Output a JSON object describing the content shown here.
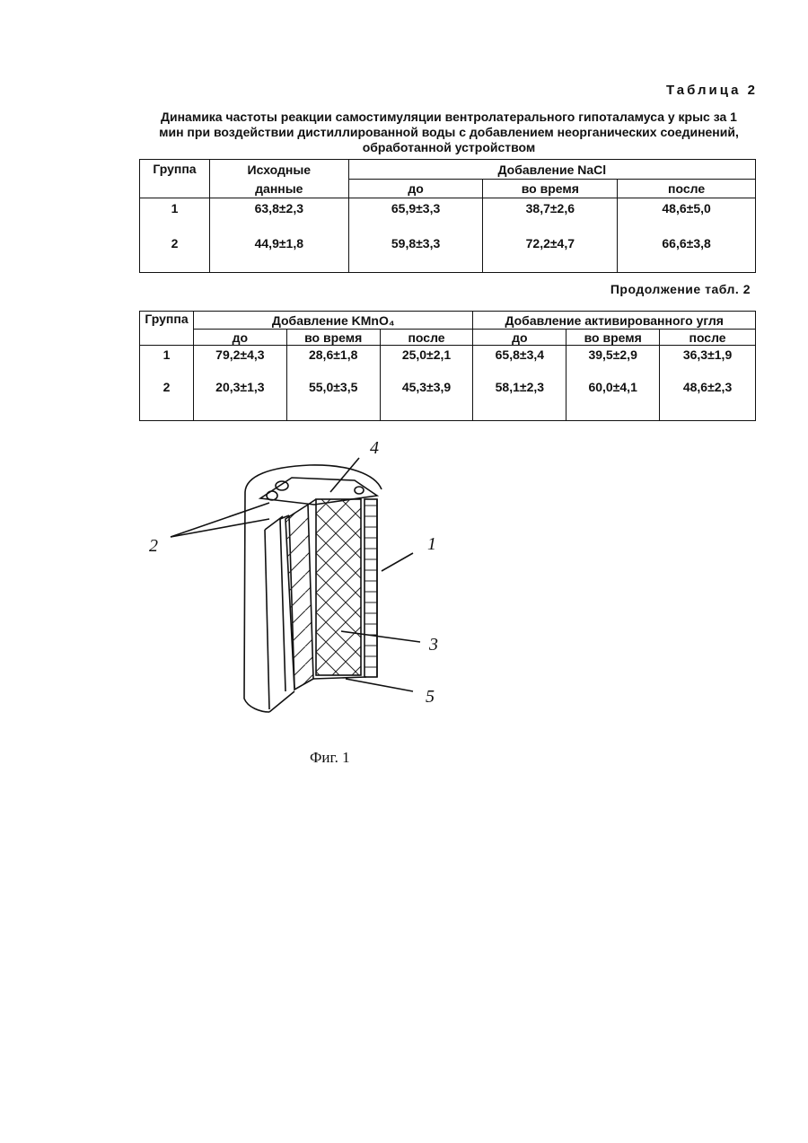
{
  "table_label": "Таблица 2",
  "caption": [
    "Динамика частоты реакции самостимуляции вентролатерального гипоталамуса у крыс за 1",
    "мин при воздействии дистиллированной воды с добавлением неорганических соединений,",
    "обработанной устройством"
  ],
  "table1": {
    "headers": {
      "group": "Группа",
      "initial_line1": "Исходные",
      "initial_line2": "данные",
      "additive": "Добавление NaCl",
      "sub": [
        "до",
        "во время",
        "после"
      ]
    },
    "rows": [
      {
        "group": "1",
        "initial": "63,8±2,3",
        "before": "65,9±3,3",
        "during": "38,7±2,6",
        "after": "48,6±5,0"
      },
      {
        "group": "2",
        "initial": "44,9±1,8",
        "before": "59,8±3,3",
        "during": "72,2±4,7",
        "after": "66,6±3,8"
      }
    ]
  },
  "continuation": "Продолжение табл. 2",
  "table2": {
    "headers": {
      "group": "Группа",
      "additive1": "Добавление KMnO₄",
      "additive2": "Добавление активированного угля",
      "sub": [
        "до",
        "во время",
        "после",
        "до",
        "во время",
        "после"
      ]
    },
    "rows": [
      {
        "group": "1",
        "values": [
          "79,2±4,3",
          "28,6±1,8",
          "25,0±2,1",
          "65,8±3,4",
          "39,5±2,9",
          "36,3±1,9"
        ]
      },
      {
        "group": "2",
        "values": [
          "20,3±1,3",
          "55,0±3,5",
          "45,3±3,9",
          "58,1±2,3",
          "60,0±4,1",
          "48,6±2,3"
        ]
      }
    ]
  },
  "figure": {
    "labels": {
      "l1": "1",
      "l2": "2",
      "l3": "3",
      "l4": "4",
      "l5": "5"
    },
    "caption": "Фиг. 1"
  }
}
